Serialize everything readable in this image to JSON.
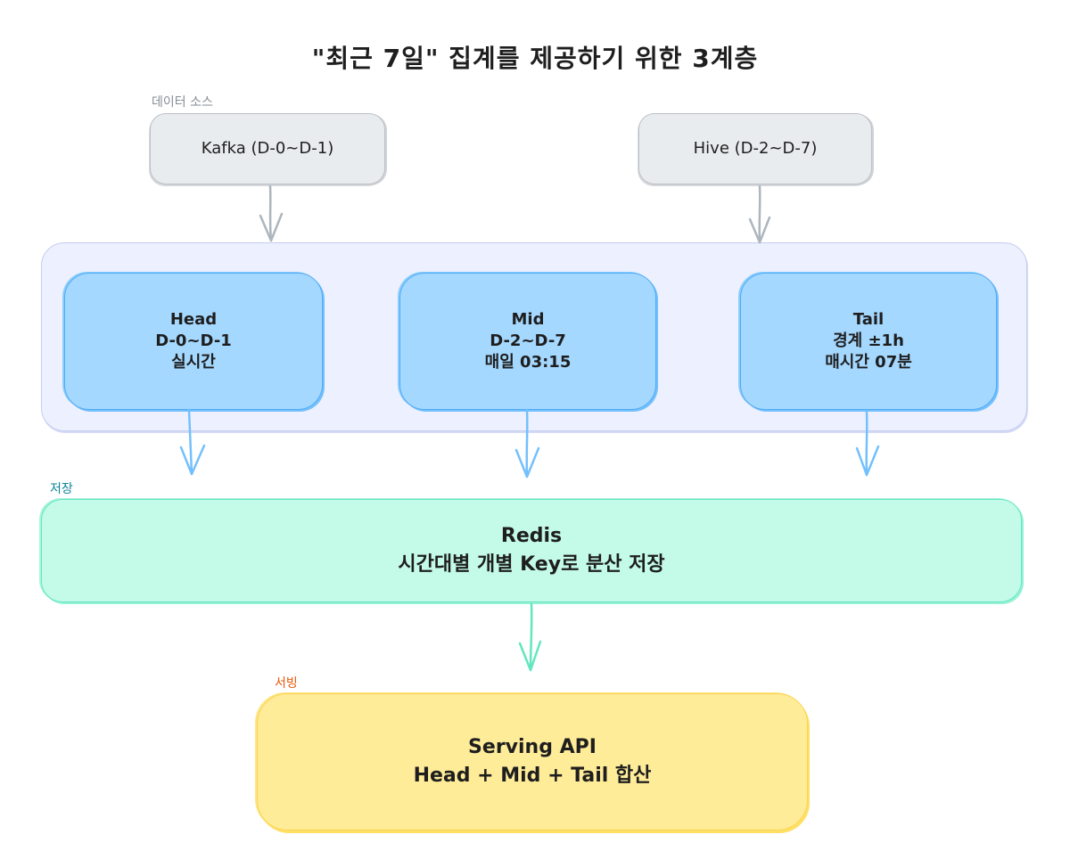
{
  "title": "\"최근 7일\" 집계를 제공하기 위한 3계층",
  "sections": {
    "sources": "데이터 소스",
    "storage": "저장",
    "serving": "서빙"
  },
  "sources": [
    {
      "label": "Kafka (D-0~D-1)"
    },
    {
      "label": "Hive (D-2~D-7)"
    }
  ],
  "layers": [
    {
      "name": "Head",
      "range": "D-0~D-1",
      "schedule": "실시간"
    },
    {
      "name": "Mid",
      "range": "D-2~D-7",
      "schedule": "매일 03:15"
    },
    {
      "name": "Tail",
      "range": "경계 ±1h",
      "schedule": "매시간 07분"
    }
  ],
  "storage": {
    "name": "Redis",
    "description": "시간대별 개별 Key로 분산 저장"
  },
  "serving": {
    "name": "Serving API",
    "description": "Head + Mid + Tail 합산"
  },
  "colors": {
    "section_sources": "#868e96",
    "section_storage": "#0c8599",
    "section_serving": "#e8590c",
    "arrow_source": "#adb5bd",
    "arrow_layer": "#74c0fc",
    "arrow_storage": "#63e6be"
  }
}
